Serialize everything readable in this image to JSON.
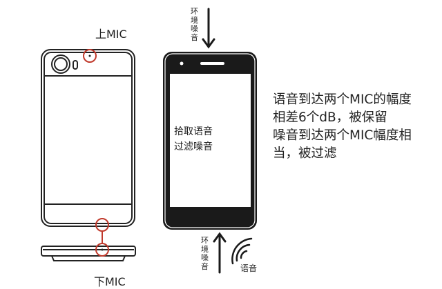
{
  "labels": {
    "top_mic": "上MIC",
    "bottom_mic": "下MIC",
    "noise_top": "环境噪音",
    "noise_bottom": "环境噪音",
    "voice": "语音"
  },
  "screen_text": [
    "拾取语音",
    "过滤噪音"
  ],
  "description": [
    "语音到达两个MIC的幅度",
    "相差6个dB，被保留",
    "噪音到达两个MIC幅度相",
    "当，被过滤"
  ],
  "colors": {
    "highlight": "#c0392b",
    "line": "#222222"
  }
}
